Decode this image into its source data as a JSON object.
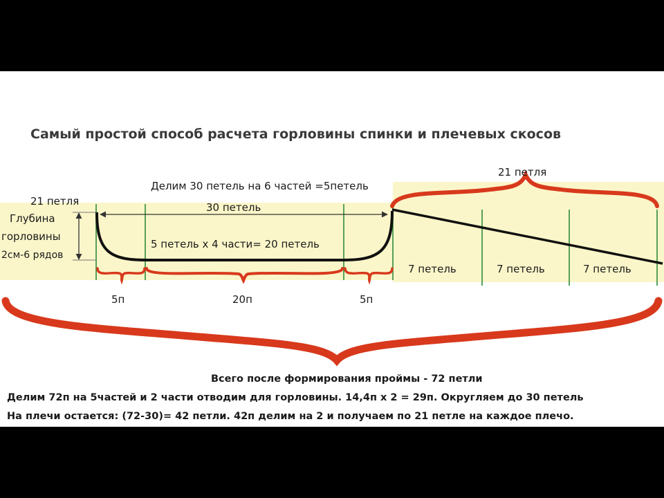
{
  "title": "Самый простой способ расчета горловины спинки и плечевых скосов",
  "labels": {
    "divide_30": "Делим 30 петель на 6 частей =5петель",
    "thirty_loops": "30 петель",
    "twenty_one_left": "21 петля",
    "depth_line1": "Глубина",
    "depth_line2": "горловины",
    "depth_line3": "2см-6 рядов",
    "five_by_four": "5 петель х 4 части= 20 петель",
    "twenty_one_right": "21 петля",
    "seven_1": "7 петель",
    "seven_2": "7 петель",
    "seven_3": "7 петель",
    "seg_5_left": "5п",
    "seg_20": "20п",
    "seg_5_right": "5п"
  },
  "notes": {
    "line1": "Всего после формирования проймы - 72 петли",
    "line2": "Делим 72п на 5частей и 2 части отводим для горловины. 14,4п х 2 = 29п. Округляем до 30 петель",
    "line3": "На плечи остается: (72-30)= 42 петли. 42п делим на 2 и получаем по 21 петле на каждое плечо."
  },
  "colors": {
    "brace_red": "#d8391c",
    "band_yellow": "#fbf6c9",
    "guide_green": "#2e8b3a",
    "ink": "#111111"
  }
}
